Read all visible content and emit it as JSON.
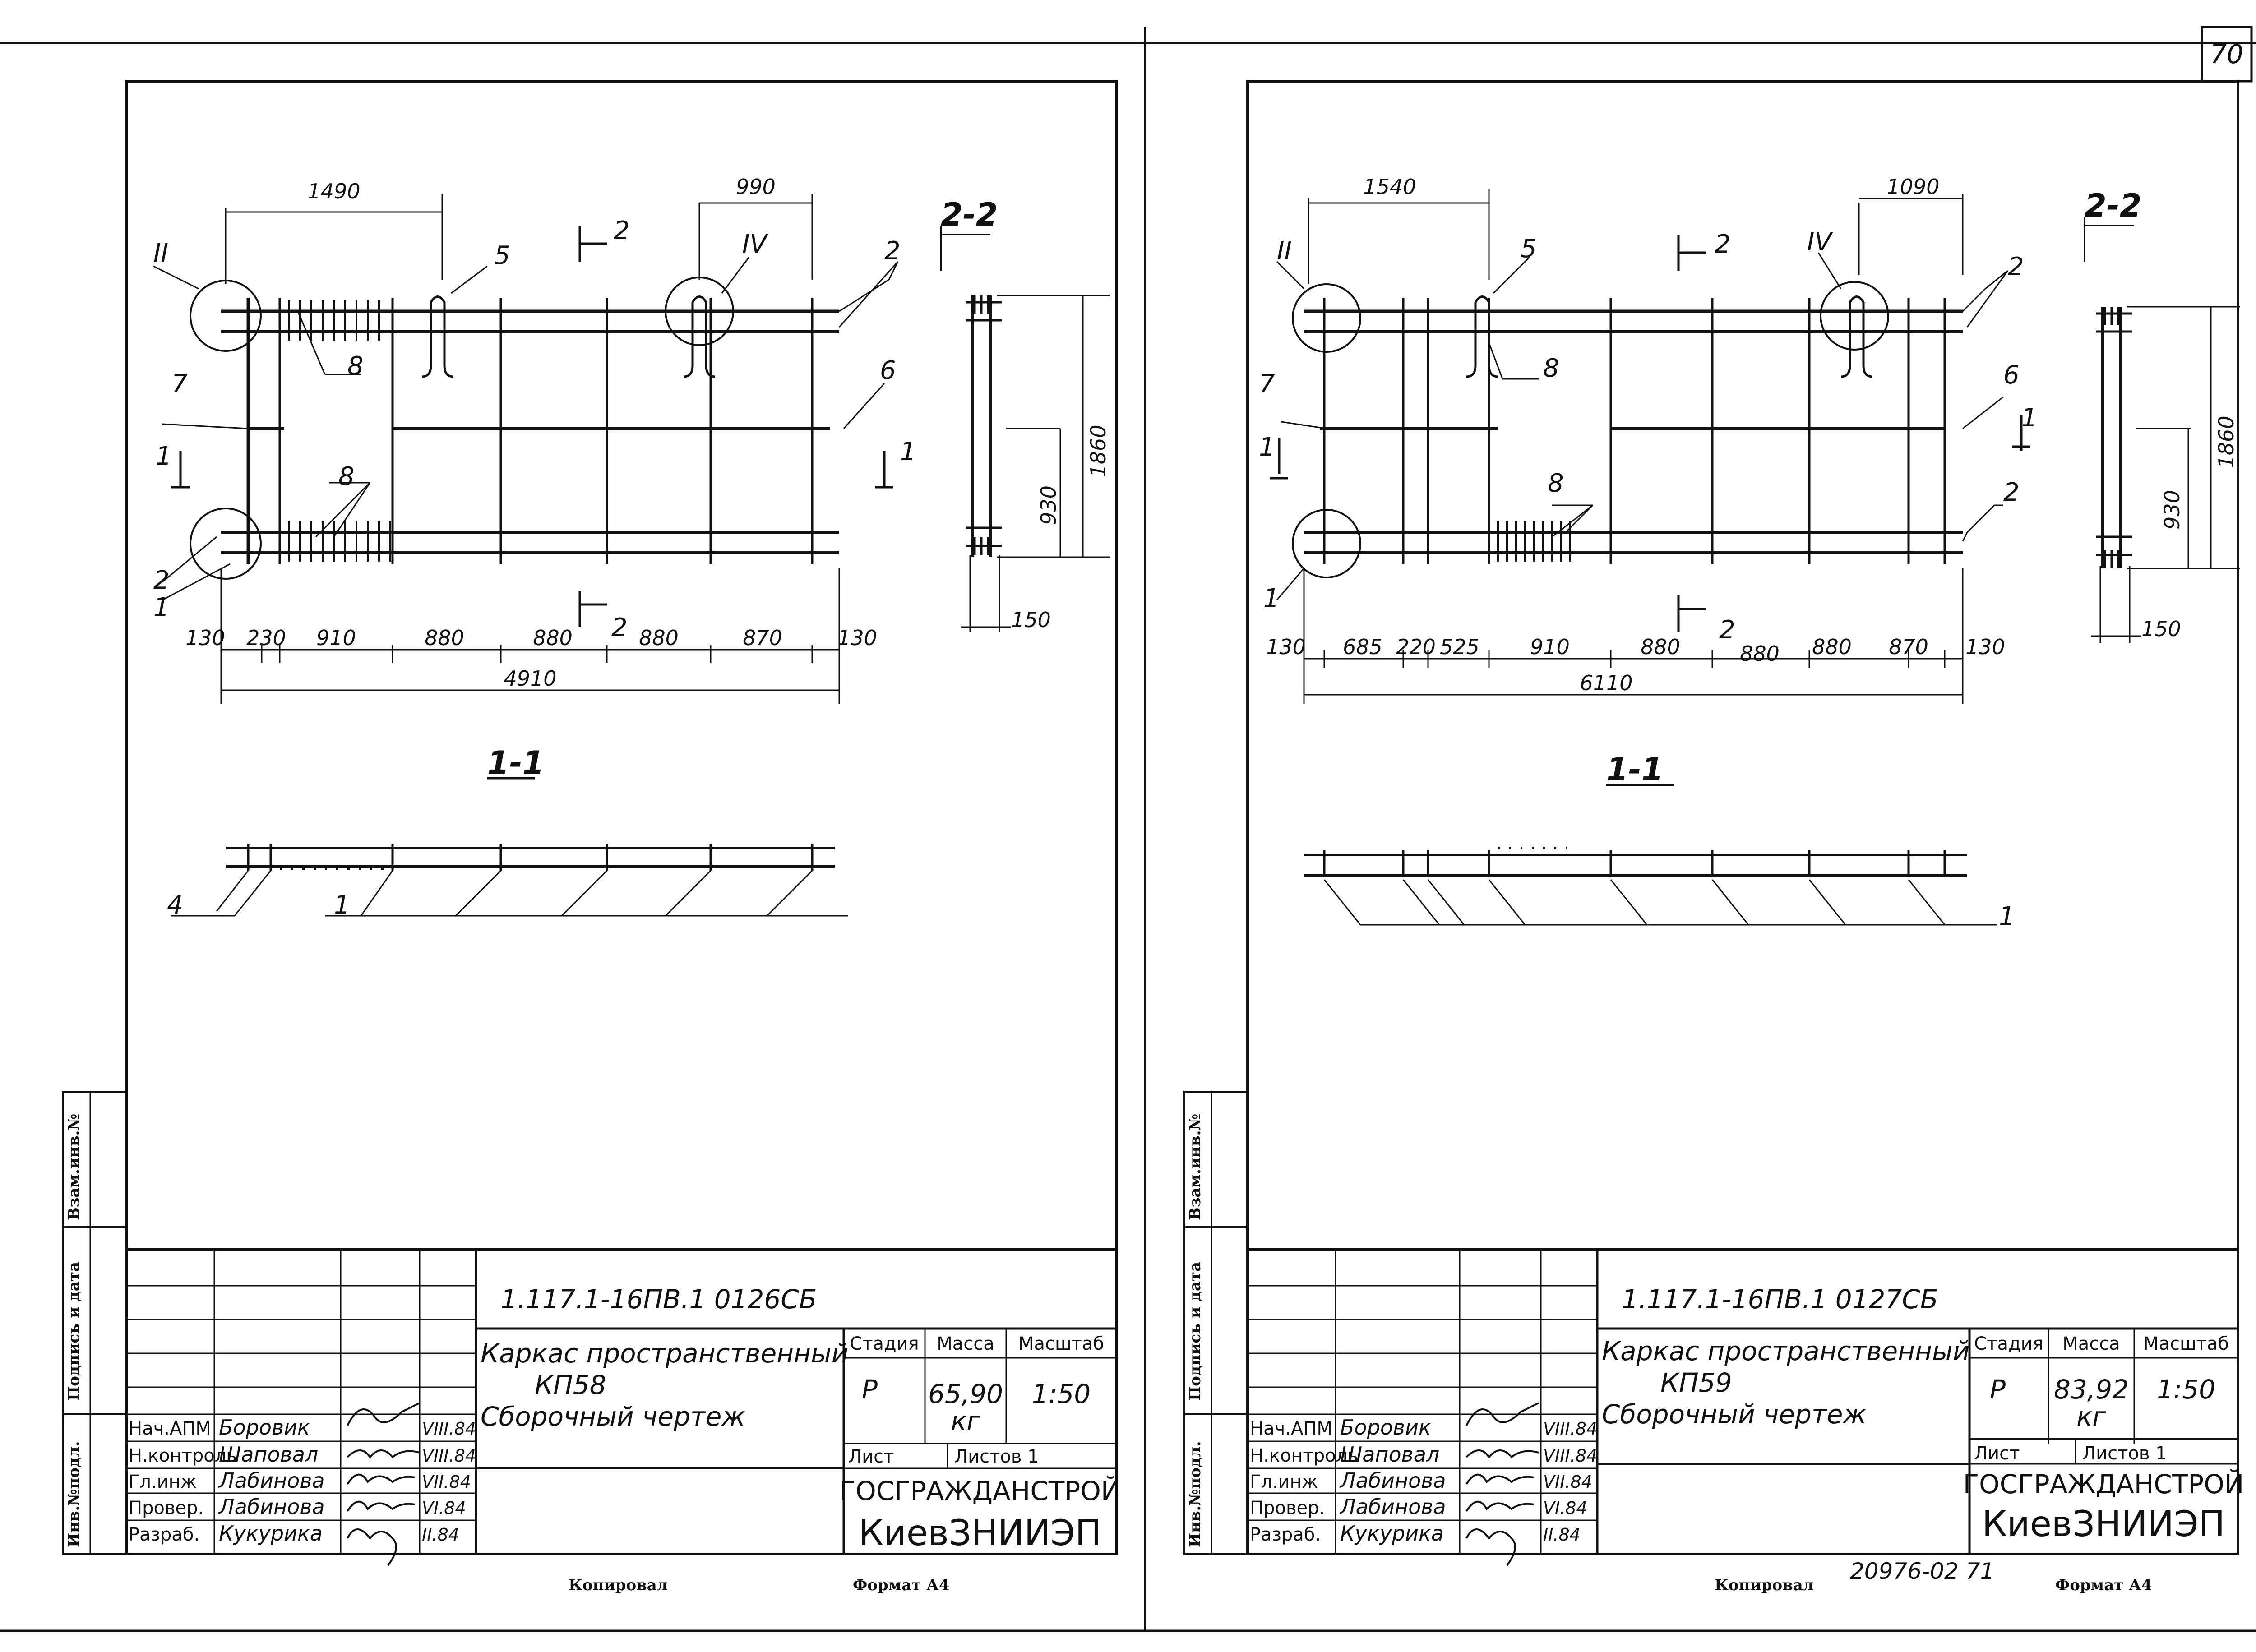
{
  "page_number": "70",
  "footer_stamp": "20976-02 71",
  "sheets": [
    {
      "drawing_code": "1.117.1-16ПВ.1  0126СБ",
      "title_line1": "Каркас пространственный",
      "title_line2": "КП58",
      "title_line3": "Сборочный  чертеж",
      "stage": "Р",
      "mass": "65,90",
      "mass_unit": "кг",
      "scale": "1:50",
      "sheet_label": "Лист",
      "sheets_label": "Листов 1",
      "org1": "ГОСГРАЖДАНСТРОЙ",
      "org2": "КиевЗНИИЭП",
      "copied": "Копировал",
      "format": "Формат А4",
      "top_dims": [
        "1490",
        "990"
      ],
      "bottom_dims": [
        "130",
        "230",
        "910",
        "880",
        "880",
        "880",
        "870",
        "130"
      ],
      "total_dim": "4910",
      "section_dims": [
        "1860",
        "930",
        "150"
      ],
      "markers": {
        "pos11": "II",
        "pos4": "IV",
        "p5": "5",
        "p2": "2",
        "p8": "8",
        "p7": "7",
        "p6": "6",
        "p1": "1",
        "p4": "4",
        "cut": "2",
        "cutA": "1"
      }
    },
    {
      "drawing_code": "1.117.1-16ПВ.1  0127СБ",
      "title_line1": "Каркас пространственный",
      "title_line2": "КП59",
      "title_line3": "Сборочный  чертеж",
      "stage": "Р",
      "mass": "83,92",
      "mass_unit": "кг",
      "scale": "1:50",
      "sheet_label": "Лист",
      "sheets_label": "Листов 1",
      "org1": "ГОСГРАЖДАНСТРОЙ",
      "org2": "КиевЗНИИЭП",
      "copied": "Копировал",
      "format": "Формат А4",
      "top_dims": [
        "1540",
        "1090"
      ],
      "bottom_dims": [
        "130",
        "685",
        "220",
        "525",
        "910",
        "880",
        "880",
        "880",
        "870",
        "130"
      ],
      "total_dim": "6110",
      "section_dims": [
        "1860",
        "930",
        "150"
      ],
      "markers": {
        "pos11": "II",
        "pos4": "IV",
        "p5": "5",
        "p2": "2",
        "p8": "8",
        "p7": "7",
        "p6": "6",
        "p1": "1",
        "cut": "2",
        "cutA": "1"
      }
    }
  ],
  "section_labels": {
    "s22": "2-2",
    "s11": "1-1"
  },
  "table_headers": {
    "stage": "Стадия",
    "mass": "Масса",
    "scale": "Масштаб"
  },
  "side_labels": {
    "a": "Взам.инв.№",
    "b": "Подпись и дата",
    "c": "Инв.№подл."
  },
  "signatures": {
    "roles": [
      "Нач.АПМ",
      "Н.контроль",
      "Гл.инж",
      "Провер.",
      "Разраб."
    ],
    "names": [
      "Боровик",
      "Шаповал",
      "Лабинова",
      "Лабинова",
      "Кукурика"
    ],
    "dates": [
      "VIII.84",
      "VIII.84",
      "VII.84",
      "VI.84",
      "II.84"
    ]
  }
}
